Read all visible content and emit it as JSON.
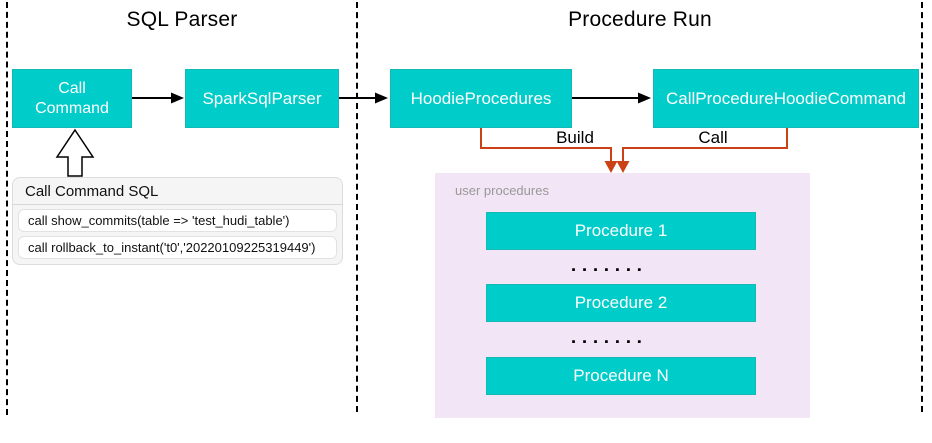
{
  "sections": {
    "sql_parser": {
      "title": "SQL Parser"
    },
    "procedure_run": {
      "title": "Procedure Run"
    }
  },
  "nodes": {
    "call_command": {
      "label": "Call\nCommand"
    },
    "spark_sql_parser": {
      "label": "SparkSqlParser"
    },
    "hoodie_procedures": {
      "label": "HoodieProcedures"
    },
    "call_procedure_hoodie_command": {
      "label": "CallProcedureHoodieCommand"
    }
  },
  "edges": {
    "build": {
      "label": "Build"
    },
    "call": {
      "label": "Call"
    }
  },
  "sql_panel": {
    "title": "Call Command SQL",
    "statements": [
      "call show_commits(table => 'test_hudi_table')",
      "call rollback_to_instant('t0','20220109225319449')"
    ]
  },
  "procedures_panel": {
    "label": "user procedures",
    "items": [
      "Procedure 1",
      "Procedure 2",
      "Procedure N"
    ],
    "ellipsis": "▪ ▪ ▪ ▪ ▪ ▪ ▪"
  },
  "colors": {
    "node_fill": "#00CCCA",
    "connector_orange": "#CC4217",
    "panel_purple": "#F2E5F5",
    "panel_gray": "#F5F5F5",
    "arrow_black": "#000000"
  }
}
